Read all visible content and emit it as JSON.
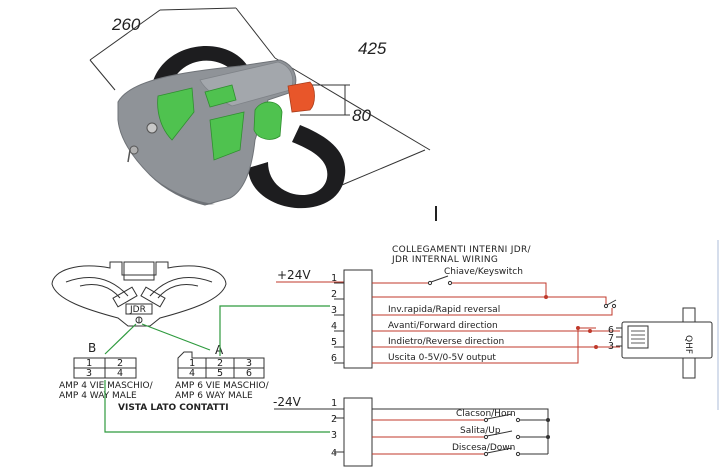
{
  "photo": {
    "dim_width": "260",
    "dim_length": "425",
    "dim_height": "80"
  },
  "pinout": {
    "jdr": "JDR",
    "connector_b_label": "B",
    "connector_a_label": "A",
    "conn_b_pins": [
      "1",
      "2",
      "3",
      "4"
    ],
    "conn_a_pins": [
      "1",
      "2",
      "3",
      "4",
      "5",
      "6"
    ],
    "amp4_line1": "AMP 4 VIE MASCHIO/",
    "amp4_line2": "AMP 4 WAY MALE",
    "amp6_line1": "AMP 6 VIE MASCHIO/",
    "amp6_line2": "AMP 6 WAY MALE",
    "view_label": "VISTA LATO CONTATTI"
  },
  "wiring": {
    "title_line1": "COLLEGAMENTI INTERNI JDR/",
    "title_line2": "JDR INTERNAL WIRING",
    "supply_a": "+24V",
    "supply_b": "-24V",
    "block_a_pins": [
      "1",
      "2",
      "3",
      "4",
      "5",
      "6"
    ],
    "block_b_pins": [
      "1",
      "2",
      "3",
      "4"
    ],
    "signals_a": [
      "Chiave/Keyswitch",
      "Inv.rapida/Rapid reversal",
      "Avanti/Forward direction",
      "Indietro/Reverse direction",
      "Uscita 0-5V/0-5V output"
    ],
    "signals_b": [
      "Clacson/Horn",
      "Salita/Up",
      "Discesa/Down"
    ],
    "pot_pins": [
      "6",
      "7",
      "3"
    ],
    "hall_label": "QHF"
  },
  "colors": {
    "wire_red": "#c0392b",
    "wire_green": "#2e9a3e",
    "handle_gray": "#8f9398",
    "button_green": "#4fc24f",
    "button_orange": "#e8562a"
  }
}
